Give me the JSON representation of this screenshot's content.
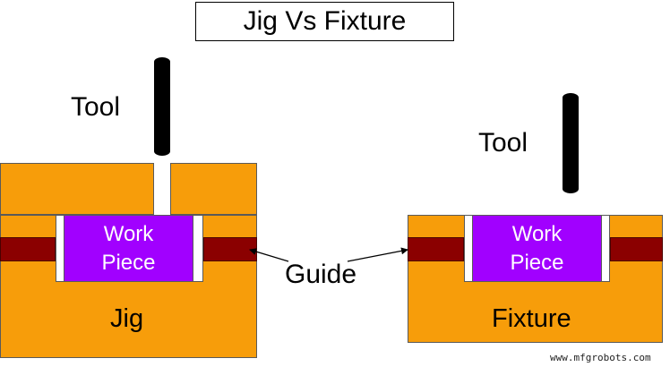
{
  "title": "Jig Vs Fixture",
  "jig": {
    "tool_label": "Tool",
    "workpiece_line1": "Work",
    "workpiece_line2": "Piece",
    "base_label": "Jig"
  },
  "fixture": {
    "tool_label": "Tool",
    "workpiece_line1": "Work",
    "workpiece_line2": "Piece",
    "base_label": "Fixture"
  },
  "guide_label": "Guide",
  "watermark": "www.mfgrobots.com",
  "colors": {
    "body": "#f79d0a",
    "guide": "#8b0000",
    "workpiece": "#a100ff",
    "tool": "#000000"
  }
}
